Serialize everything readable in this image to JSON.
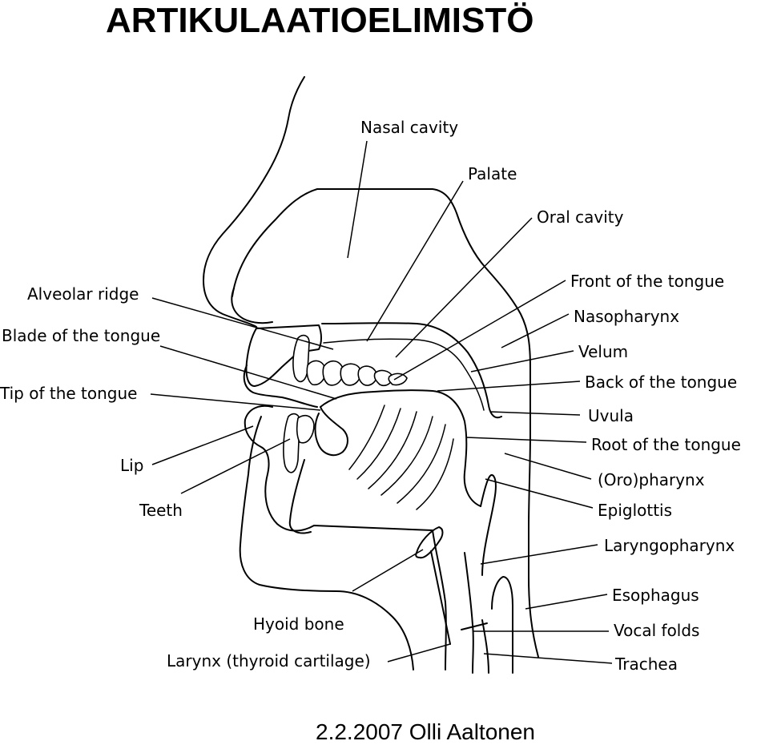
{
  "title": "ARTIKULAATIOELIMISTÖ",
  "footer": "2.2.2007 Olli Aaltonen",
  "labels": {
    "nasal_cavity": "Nasal cavity",
    "palate": "Palate",
    "oral_cavity": "Oral cavity",
    "front_of_tongue": "Front of the tongue",
    "nasopharynx": "Nasopharynx",
    "velum": "Velum",
    "back_of_tongue": "Back of the tongue",
    "uvula": "Uvula",
    "root_of_tongue": "Root of the tongue",
    "oropharynx": "(Oro)pharynx",
    "epiglottis": "Epiglottis",
    "laryngopharynx": "Laryngopharynx",
    "esophagus": "Esophagus",
    "vocal_folds": "Vocal folds",
    "trachea": "Trachea",
    "alveolar_ridge": "Alveolar ridge",
    "blade_of_tongue": "Blade of the tongue",
    "tip_of_tongue": "Tip of the tongue",
    "lip": "Lip",
    "teeth": "Teeth",
    "hyoid_bone": "Hyoid bone",
    "larynx": "Larynx (thyroid cartilage)"
  }
}
